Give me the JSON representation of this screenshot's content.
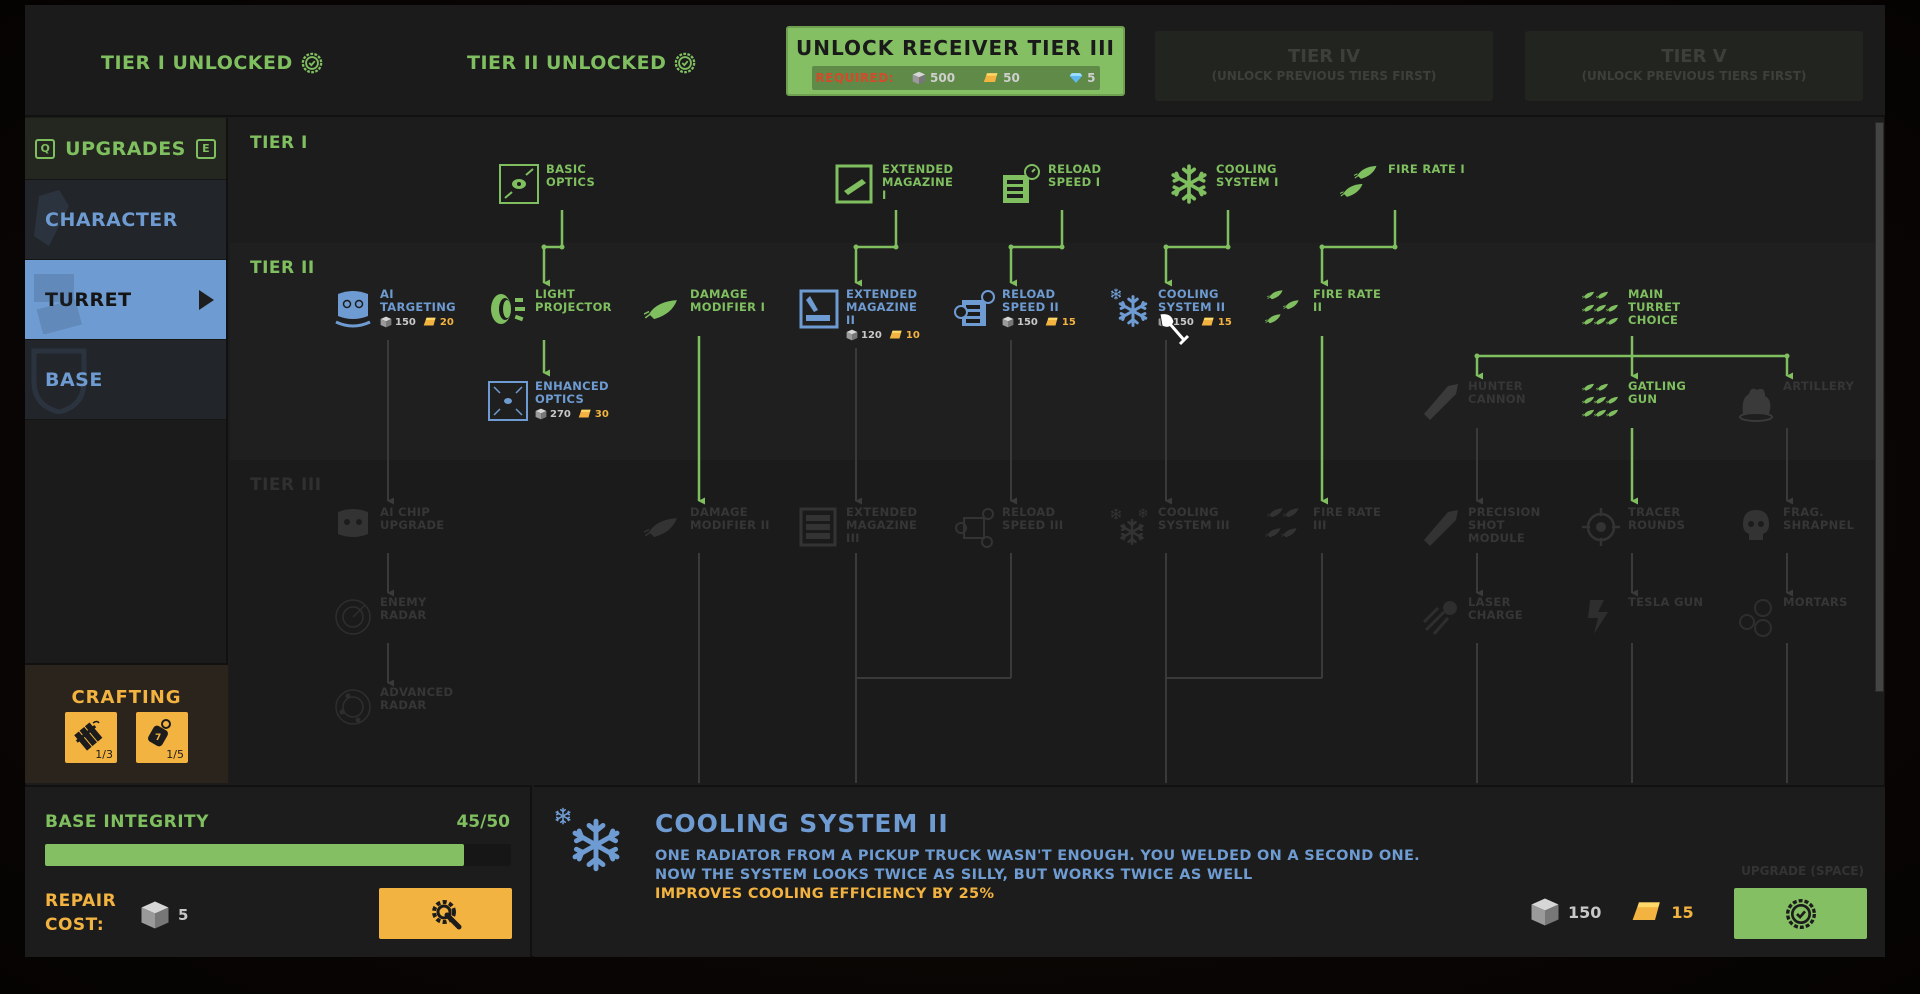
{
  "topbar": {
    "tiers": [
      {
        "label": "TIER I UNLOCKED",
        "state": "unlocked"
      },
      {
        "label": "TIER II UNLOCKED",
        "state": "unlocked"
      }
    ],
    "unlock_button": {
      "title": "UNLOCK RECEIVER TIER III",
      "required_label": "REQUIRED:",
      "costs": {
        "scrap": "500",
        "gold": "50",
        "diamond": "5"
      }
    },
    "locked_tiers": [
      {
        "title": "TIER IV",
        "subtitle": "(UNLOCK PREVIOUS TIERS FIRST)"
      },
      {
        "title": "TIER V",
        "subtitle": "(UNLOCK PREVIOUS TIERS FIRST)"
      }
    ]
  },
  "sidebar": {
    "header": {
      "title": "UPGRADES",
      "prev_key": "Q",
      "next_key": "E"
    },
    "items": [
      {
        "label": "CHARACTER",
        "active": false
      },
      {
        "label": "TURRET",
        "active": true
      },
      {
        "label": "BASE",
        "active": false
      }
    ],
    "crafting": {
      "title": "CRAFTING",
      "slots": [
        {
          "icon": "dynamite-icon",
          "count": "1/3"
        },
        {
          "icon": "grenade-icon",
          "count": "1/5"
        }
      ]
    }
  },
  "tree": {
    "tier_labels": [
      "TIER I",
      "TIER II",
      "TIER III"
    ],
    "nodes": {
      "basic_optics": {
        "name": "BASIC OPTICS",
        "state": "unlocked"
      },
      "ext_mag_1": {
        "name": "EXTENDED MAGAZINE I",
        "state": "unlocked"
      },
      "reload_1": {
        "name": "RELOAD SPEED I",
        "state": "unlocked"
      },
      "cooling_1": {
        "name": "COOLING SYSTEM I",
        "state": "unlocked"
      },
      "fire_rate_1": {
        "name": "FIRE RATE I",
        "state": "unlocked"
      },
      "ai_targeting": {
        "name": "AI TARGETING",
        "state": "available",
        "cost_scrap": "150",
        "cost_gold": "20"
      },
      "light_projector": {
        "name": "LIGHT PROJECTOR",
        "state": "unlocked"
      },
      "damage_mod_1": {
        "name": "DAMAGE MODIFIER I",
        "state": "unlocked"
      },
      "ext_mag_2": {
        "name": "EXTENDED MAGAZINE II",
        "state": "available",
        "cost_scrap": "120",
        "cost_gold": "10"
      },
      "reload_2": {
        "name": "RELOAD SPEED II",
        "state": "available",
        "cost_scrap": "150",
        "cost_gold": "15"
      },
      "cooling_2": {
        "name": "COOLING SYSTEM II",
        "state": "available",
        "cost_scrap": "150",
        "cost_gold": "15"
      },
      "fire_rate_2": {
        "name": "FIRE RATE II",
        "state": "unlocked"
      },
      "main_turret": {
        "name": "MAIN TURRET CHOICE",
        "state": "unlocked"
      },
      "enhanced_optics": {
        "name": "ENHANCED OPTICS",
        "state": "available",
        "cost_scrap": "270",
        "cost_gold": "30"
      },
      "hunter_cannon": {
        "name": "HUNTER CANNON",
        "state": "locked"
      },
      "gatling_gun": {
        "name": "GATLING GUN",
        "state": "unlocked"
      },
      "artillery": {
        "name": "ARTILLERY",
        "state": "locked"
      },
      "ai_chip": {
        "name": "AI CHIP UPGRADE",
        "state": "locked"
      },
      "damage_mod_2": {
        "name": "DAMAGE MODIFIER II",
        "state": "locked"
      },
      "ext_mag_3": {
        "name": "EXTENDED MAGAZINE III",
        "state": "locked"
      },
      "reload_3": {
        "name": "RELOAD SPEED III",
        "state": "locked"
      },
      "cooling_3": {
        "name": "COOLING SYSTEM III",
        "state": "locked"
      },
      "fire_rate_3": {
        "name": "FIRE RATE III",
        "state": "locked"
      },
      "precision_shot": {
        "name": "PRECISION SHOT MODULE",
        "state": "locked"
      },
      "tracer_rounds": {
        "name": "TRACER ROUNDS",
        "state": "locked"
      },
      "frag_shrapnel": {
        "name": "FRAG. SHRAPNEL",
        "state": "locked"
      },
      "enemy_radar": {
        "name": "ENEMY RADAR",
        "state": "locked"
      },
      "advanced_radar": {
        "name": "ADVANCED RADAR",
        "state": "locked"
      },
      "laser_charge": {
        "name": "LASER CHARGE",
        "state": "locked"
      },
      "tesla_gun": {
        "name": "TESLA GUN",
        "state": "locked"
      },
      "mortars": {
        "name": "MORTARS",
        "state": "locked"
      }
    }
  },
  "base": {
    "integrity_label": "BASE INTEGRITY",
    "integrity_value": "45/50",
    "integrity_fraction": 0.9,
    "repair_label": "REPAIR COST:",
    "repair_cost": "5"
  },
  "detail": {
    "title": "COOLING SYSTEM II",
    "description_line1": "ONE RADIATOR FROM A PICKUP TRUCK WASN'T ENOUGH. YOU WELDED ON A SECOND ONE.",
    "description_line2": "NOW THE SYSTEM LOOKS TWICE AS SILLY, BUT WORKS TWICE AS WELL",
    "effect": "IMPROVES COOLING EFFICIENCY BY 25%",
    "cost_scrap": "150",
    "cost_gold": "15",
    "upgrade_hint": "UPGRADE (SPACE)"
  },
  "colors": {
    "green": "#7fbf5f",
    "blue": "#6e9bd1",
    "orange": "#f3b340",
    "locked": "#363636"
  }
}
